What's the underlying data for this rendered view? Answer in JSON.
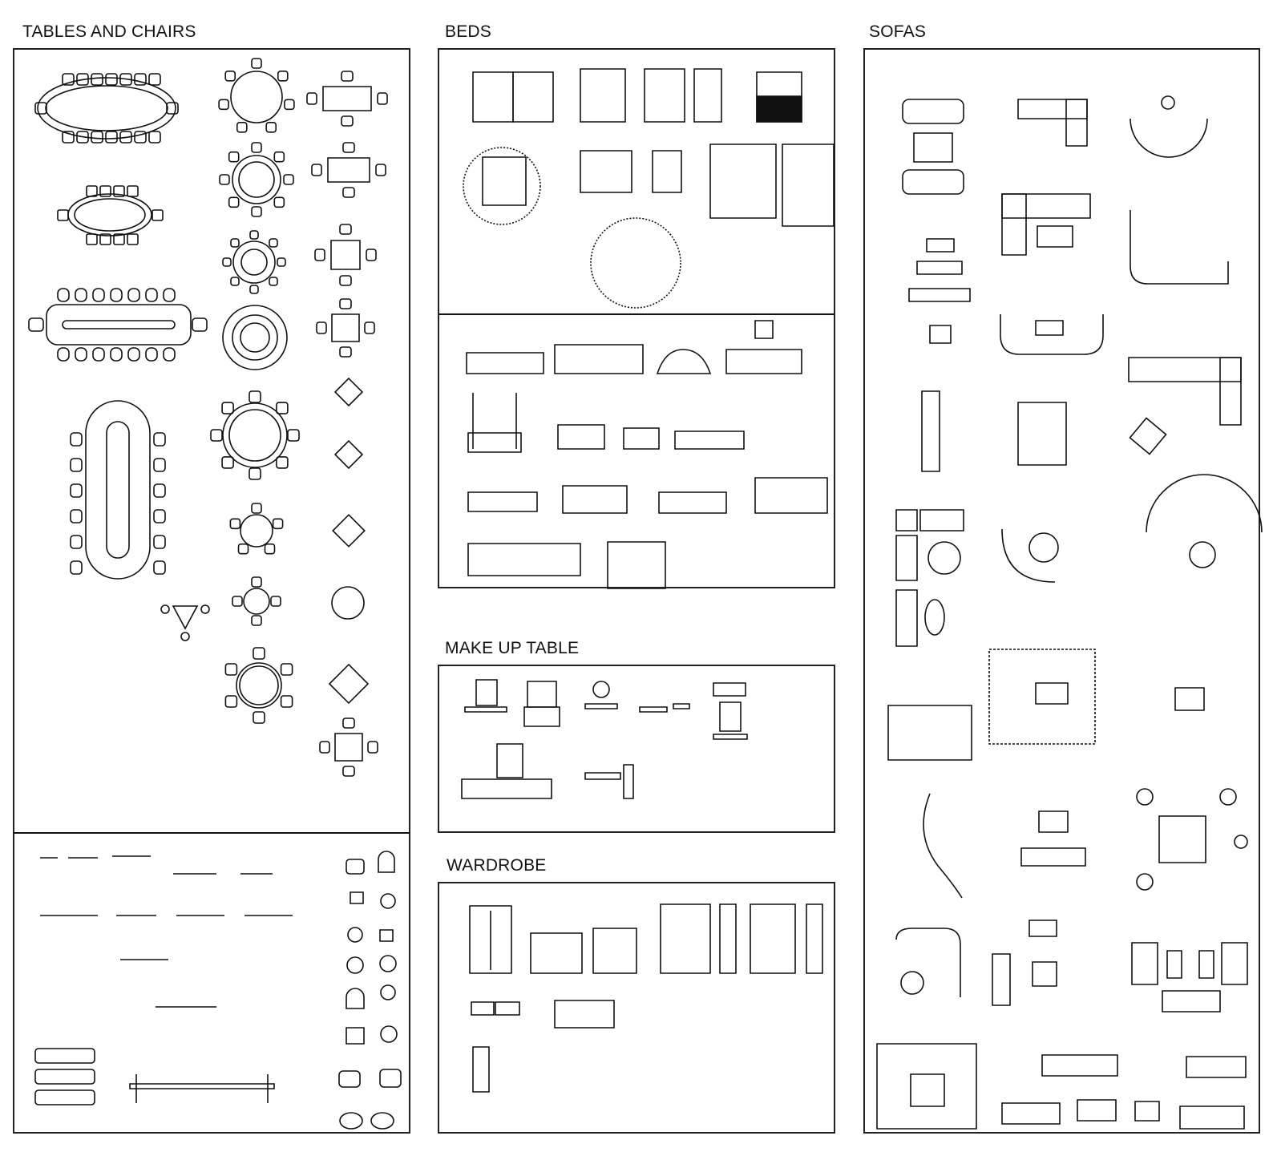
{
  "sections": {
    "tables_and_chairs": {
      "title": "TABLES AND CHAIRS"
    },
    "beds": {
      "title": "BEDS"
    },
    "make_up_table": {
      "title": "MAKE UP TABLE"
    },
    "wardrobe": {
      "title": "WARDROBE"
    },
    "sofas": {
      "title": "SOFAS"
    }
  },
  "colors": {
    "ink": "#111111",
    "paper": "#ffffff"
  }
}
